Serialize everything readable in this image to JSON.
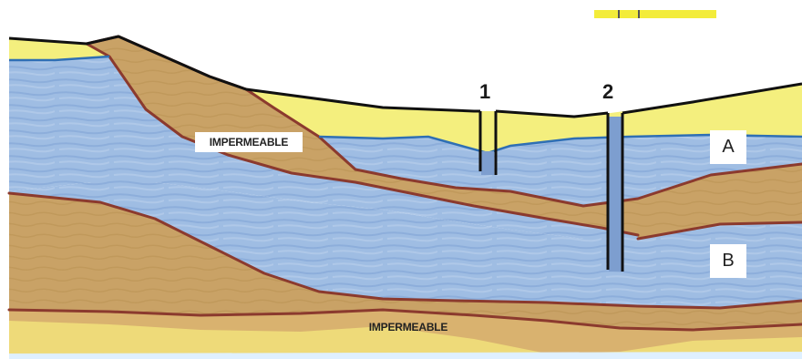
{
  "labels": {
    "impermeable_upper": "IMPERMEABLE",
    "impermeable_lower": "IMPERMEABLE",
    "aquifer_a": "A",
    "aquifer_b": "B",
    "well_1": "1",
    "well_2": "2"
  },
  "colors": {
    "sky": "#ffffff",
    "sand": "#f4ef7e",
    "water": "#9fbde3",
    "water_dark": "#7ea3d4",
    "clay": "#c9a266",
    "clay_dark": "#b98e50",
    "boundary": "#8b3a2e",
    "ground_line": "#111111",
    "water_table": "#2f6fb4",
    "well": "#7d9ecf"
  }
}
